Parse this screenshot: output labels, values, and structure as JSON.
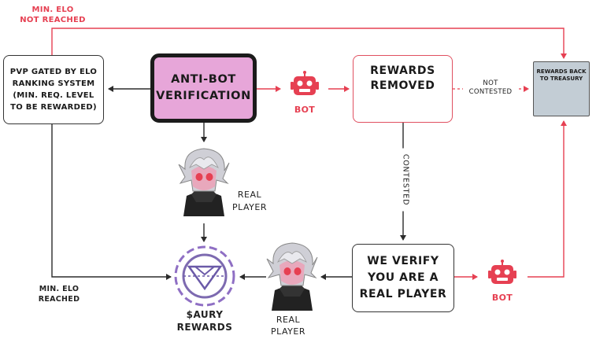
{
  "nodes": {
    "pvp": "PVP GATED BY ELO\nRANKING SYSTEM\n(MIN. REQ. LEVEL\nTO BE REWARDED)",
    "anti_bot": "ANTI-BOT\nVERIFICATION",
    "rewards_removed": "REWARDS\nREMOVED",
    "verify": "WE VERIFY\nYOU ARE A\nREAL PLAYER",
    "treasury": "REWARDS BACK\nTO TREASURY",
    "saury_rewards": "$AURY\nREWARDS"
  },
  "labels": {
    "min_elo_not_reached": "MIN. ELO\nNOT REACHED",
    "min_elo_reached": "MIN. ELO\nREACHED",
    "bot_top": "BOT",
    "bot_bottom": "BOT",
    "real_player_top": "REAL\nPLAYER",
    "real_player_bottom": "REAL\nPLAYER",
    "not_contested": "NOT\nCONTESTED",
    "contested": "CONTESTED"
  },
  "colors": {
    "accent_red": "#e64052",
    "anti_bot_fill": "#e7a6d9",
    "treasury_fill": "#c3cdd5",
    "line_dark": "#2b2b2b"
  },
  "icons": [
    "robot-icon",
    "prohibited-icon",
    "treasure-chest-icon",
    "player-avatar-icon",
    "aury-coin-icon"
  ]
}
